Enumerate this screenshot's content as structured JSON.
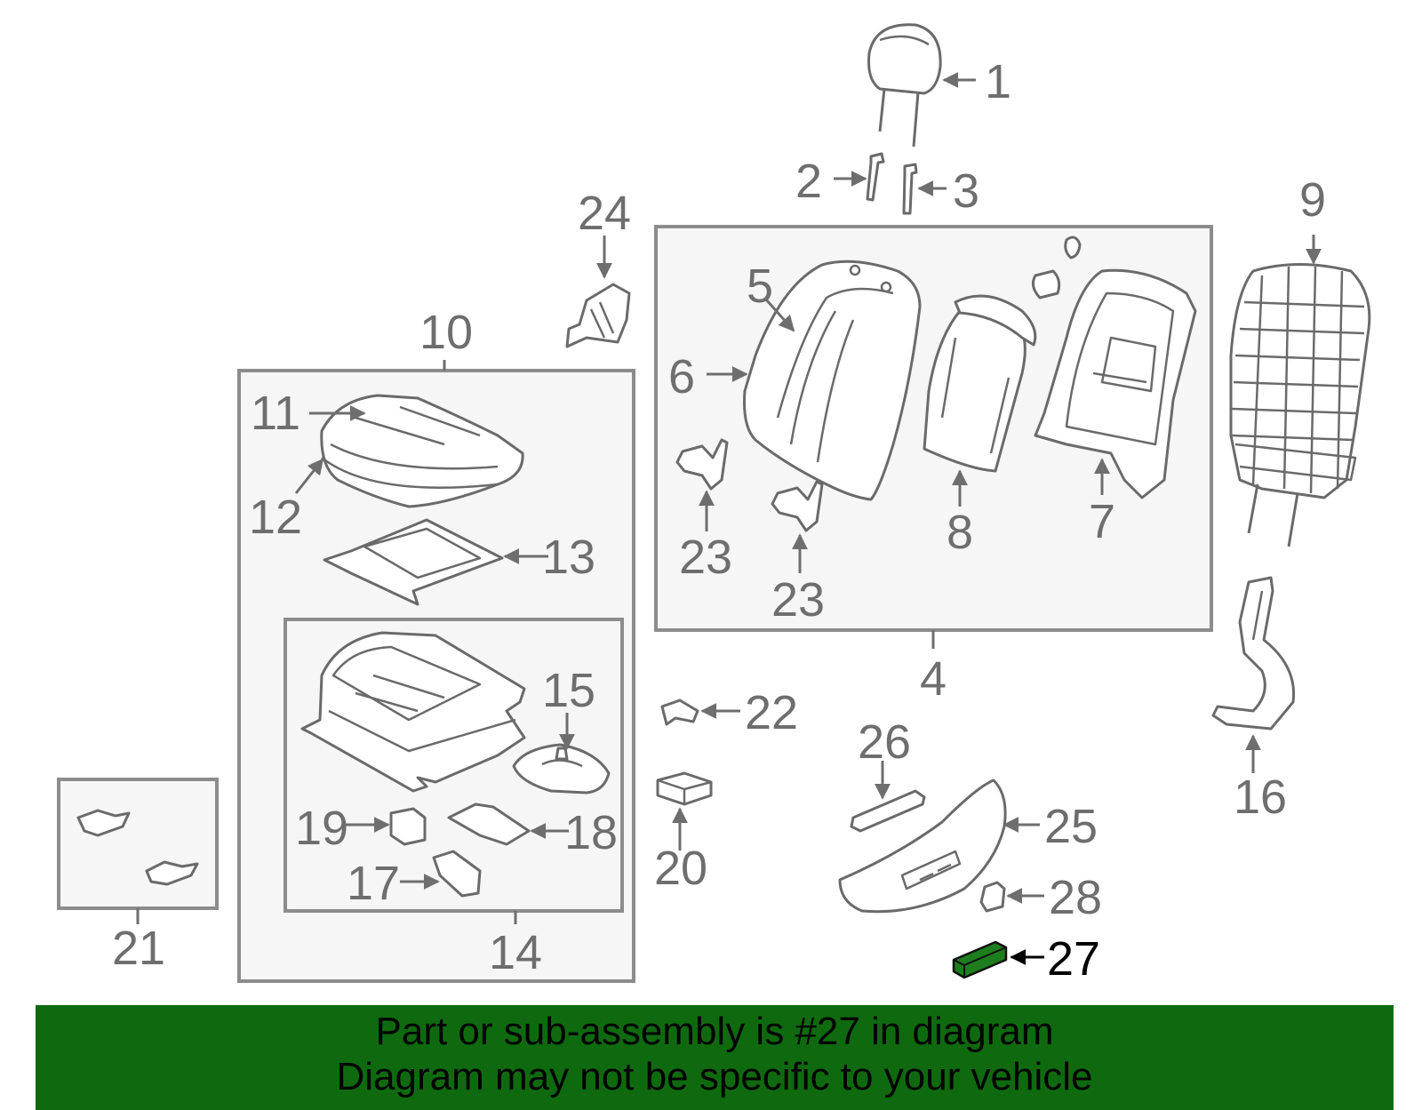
{
  "colors": {
    "banner": "#0f6a0f",
    "highlight_part": "#1e7d1e",
    "part_stroke": "#6a6a6a",
    "box_fill": "#f6f6f6"
  },
  "callouts": {
    "c1": "1",
    "c2": "2",
    "c3": "3",
    "c4": "4",
    "c5": "5",
    "c6": "6",
    "c7": "7",
    "c8": "8",
    "c9": "9",
    "c10": "10",
    "c11": "11",
    "c12": "12",
    "c13": "13",
    "c14": "14",
    "c15": "15",
    "c16": "16",
    "c17": "17",
    "c18": "18",
    "c19": "19",
    "c20": "20",
    "c21": "21",
    "c22": "22",
    "c23a": "23",
    "c23b": "23",
    "c24": "24",
    "c25": "25",
    "c26": "26",
    "c27": "27",
    "c28": "28"
  },
  "highlighted_part": "27",
  "banner": {
    "line1": "Part or sub-assembly is #27 in diagram",
    "line2": "Diagram may not be specific to your vehicle"
  }
}
